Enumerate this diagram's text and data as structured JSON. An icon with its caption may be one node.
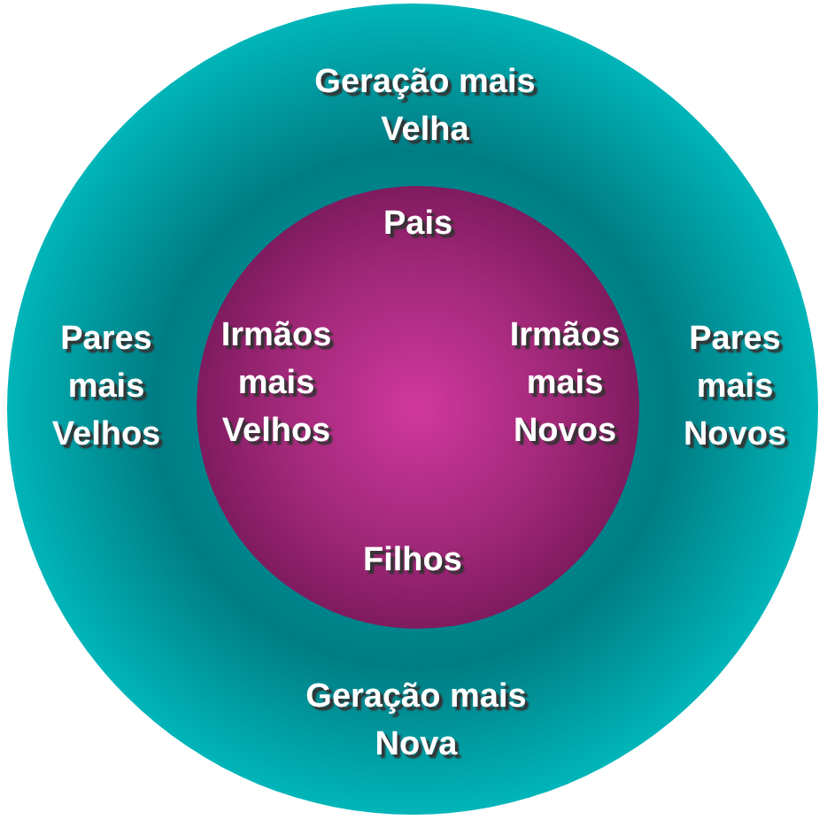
{
  "diagram": {
    "nodes": [
      {
        "text": [
          "Geração mais Velha",
          "Pares mais Velhos",
          "Pares mais Novos",
          "Geração mais Nova"
        ]
      },
      {
        "text": [
          "Pais",
          "Irmãos mais Velhos",
          "Irmãos mais Novos",
          "Filhos"
        ],
        "in": 0
      }
    ]
  }
}
